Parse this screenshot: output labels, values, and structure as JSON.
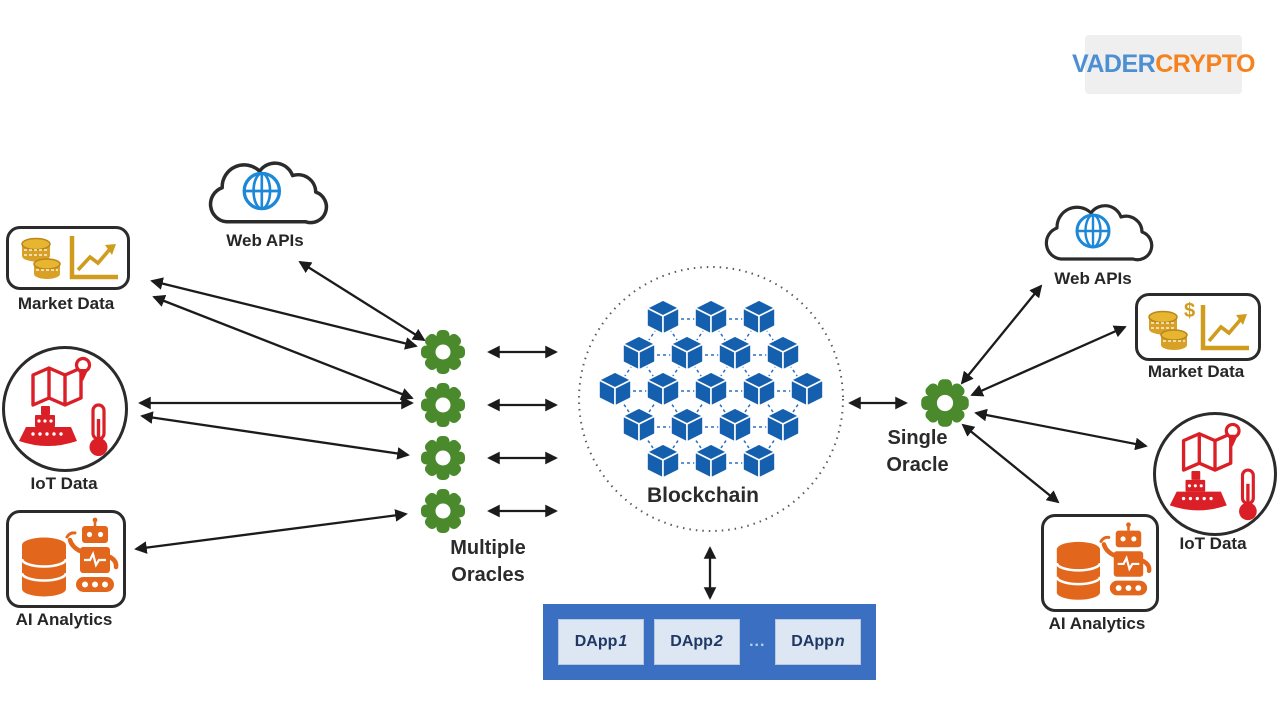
{
  "logo": {
    "brand_part1": "VADER",
    "brand_part2": "CRYPTO"
  },
  "nodes": {
    "web_apis_left": "Web APIs",
    "market_data_left": "Market Data",
    "iot_data_left": "IoT Data",
    "ai_analytics_left": "AI Analytics",
    "multiple_oracles_line1": "Multiple",
    "multiple_oracles_line2": "Oracles",
    "blockchain": "Blockchain",
    "single_oracle_line1": "Single",
    "single_oracle_line2": "Oracle",
    "web_apis_right": "Web APIs",
    "market_data_right": "Market Data",
    "iot_data_right": "IoT Data",
    "ai_analytics_right": "AI Analytics",
    "dollar_sign": "$"
  },
  "dapps": {
    "boxes": [
      {
        "prefix": "DApp",
        "suffix": "1"
      },
      {
        "prefix": "DApp",
        "suffix": "2"
      },
      {
        "prefix": "DApp",
        "suffix": "n"
      }
    ],
    "ellipsis": "..."
  },
  "colors": {
    "oracle_green": "#4a8a2c",
    "blockchain_blue": "#1560ae",
    "link_blue": "#2f6fbe",
    "gold": "#cf9c1e",
    "red": "#da1f26",
    "orange": "#e2671d",
    "globe_blue": "#1d87d8",
    "dapp_bar_blue": "#3b6fc1",
    "dapp_box_bg": "#dde6f3",
    "dapp_text_navy": "#1f3864",
    "logo_blue": "#4d8fd3",
    "logo_orange": "#f5821f",
    "arrow_black": "#1b1b1b"
  }
}
